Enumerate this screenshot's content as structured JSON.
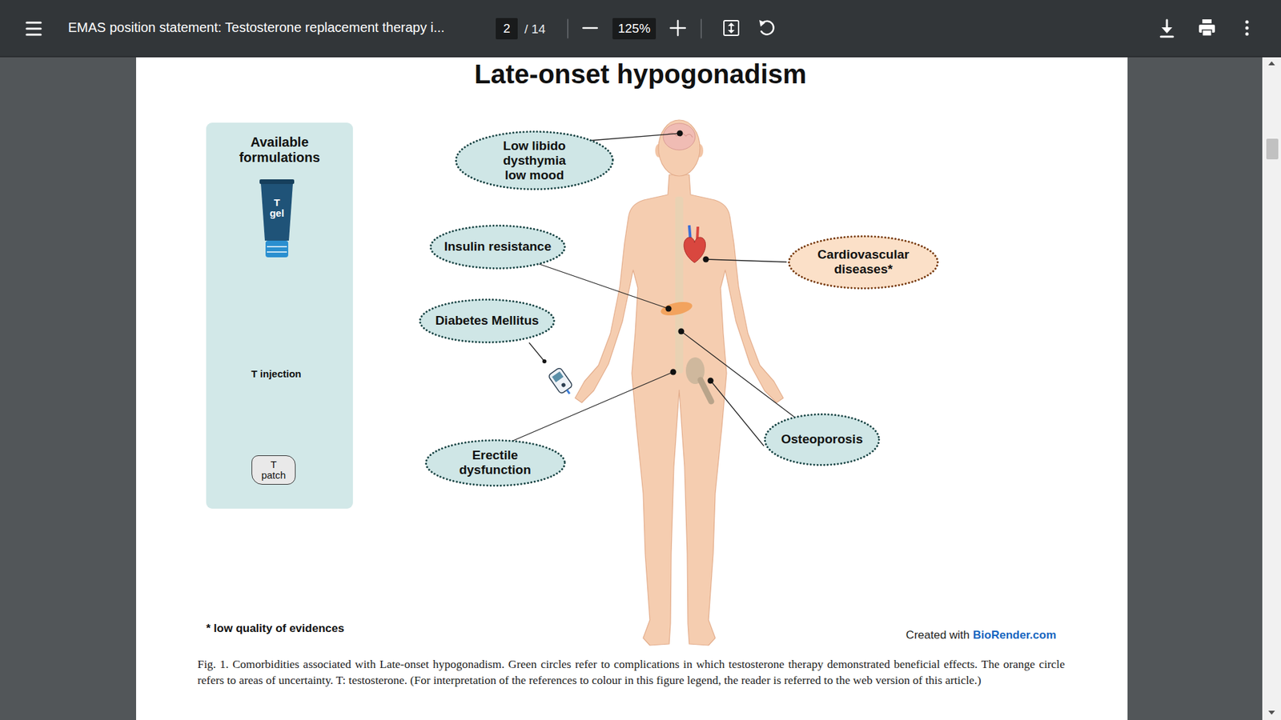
{
  "diagram": {
    "title": "Late-onset hypogonadism",
    "caption": "Fig. 1. Comorbidities associated with Late-onset hypogonadism. Green circles refer to complications in which testosterone therapy demonstrated beneficial effects. The orange circle refers to areas of uncertainty. T: testosterone. (For interpretation of the references to colour in this figure legend, the reader is referred to the web version of this article.)",
    "nodes": [
      {
        "text": [
          "2"
        ]
      },
      {
        "text": [
          "125%"
        ]
      },
      {
        "text": [
          "Available formulations"
        ]
      },
      {
        "text": [
          "T gel"
        ],
        "in": 2
      },
      {
        "text": [
          "T patch"
        ],
        "in": 2
      },
      {
        "text": [
          "Low libido dysthymia low mood"
        ]
      },
      {
        "text": [
          "Insulin resistance"
        ]
      },
      {
        "text": [
          "Cardiovascular diseases*"
        ]
      },
      {
        "text": [
          "Diabetes Mellitus"
        ]
      },
      {
        "text": [
          "Osteoporosis"
        ]
      },
      {
        "text": [
          "Erectile dysfunction"
        ]
      }
    ],
    "labels": [
      "EMAS position statement: Testosterone replacement therapy i...",
      "/ 14",
      "T injection",
      "* low quality of evidences",
      "Created with",
      "BioRender.com"
    ]
  }
}
